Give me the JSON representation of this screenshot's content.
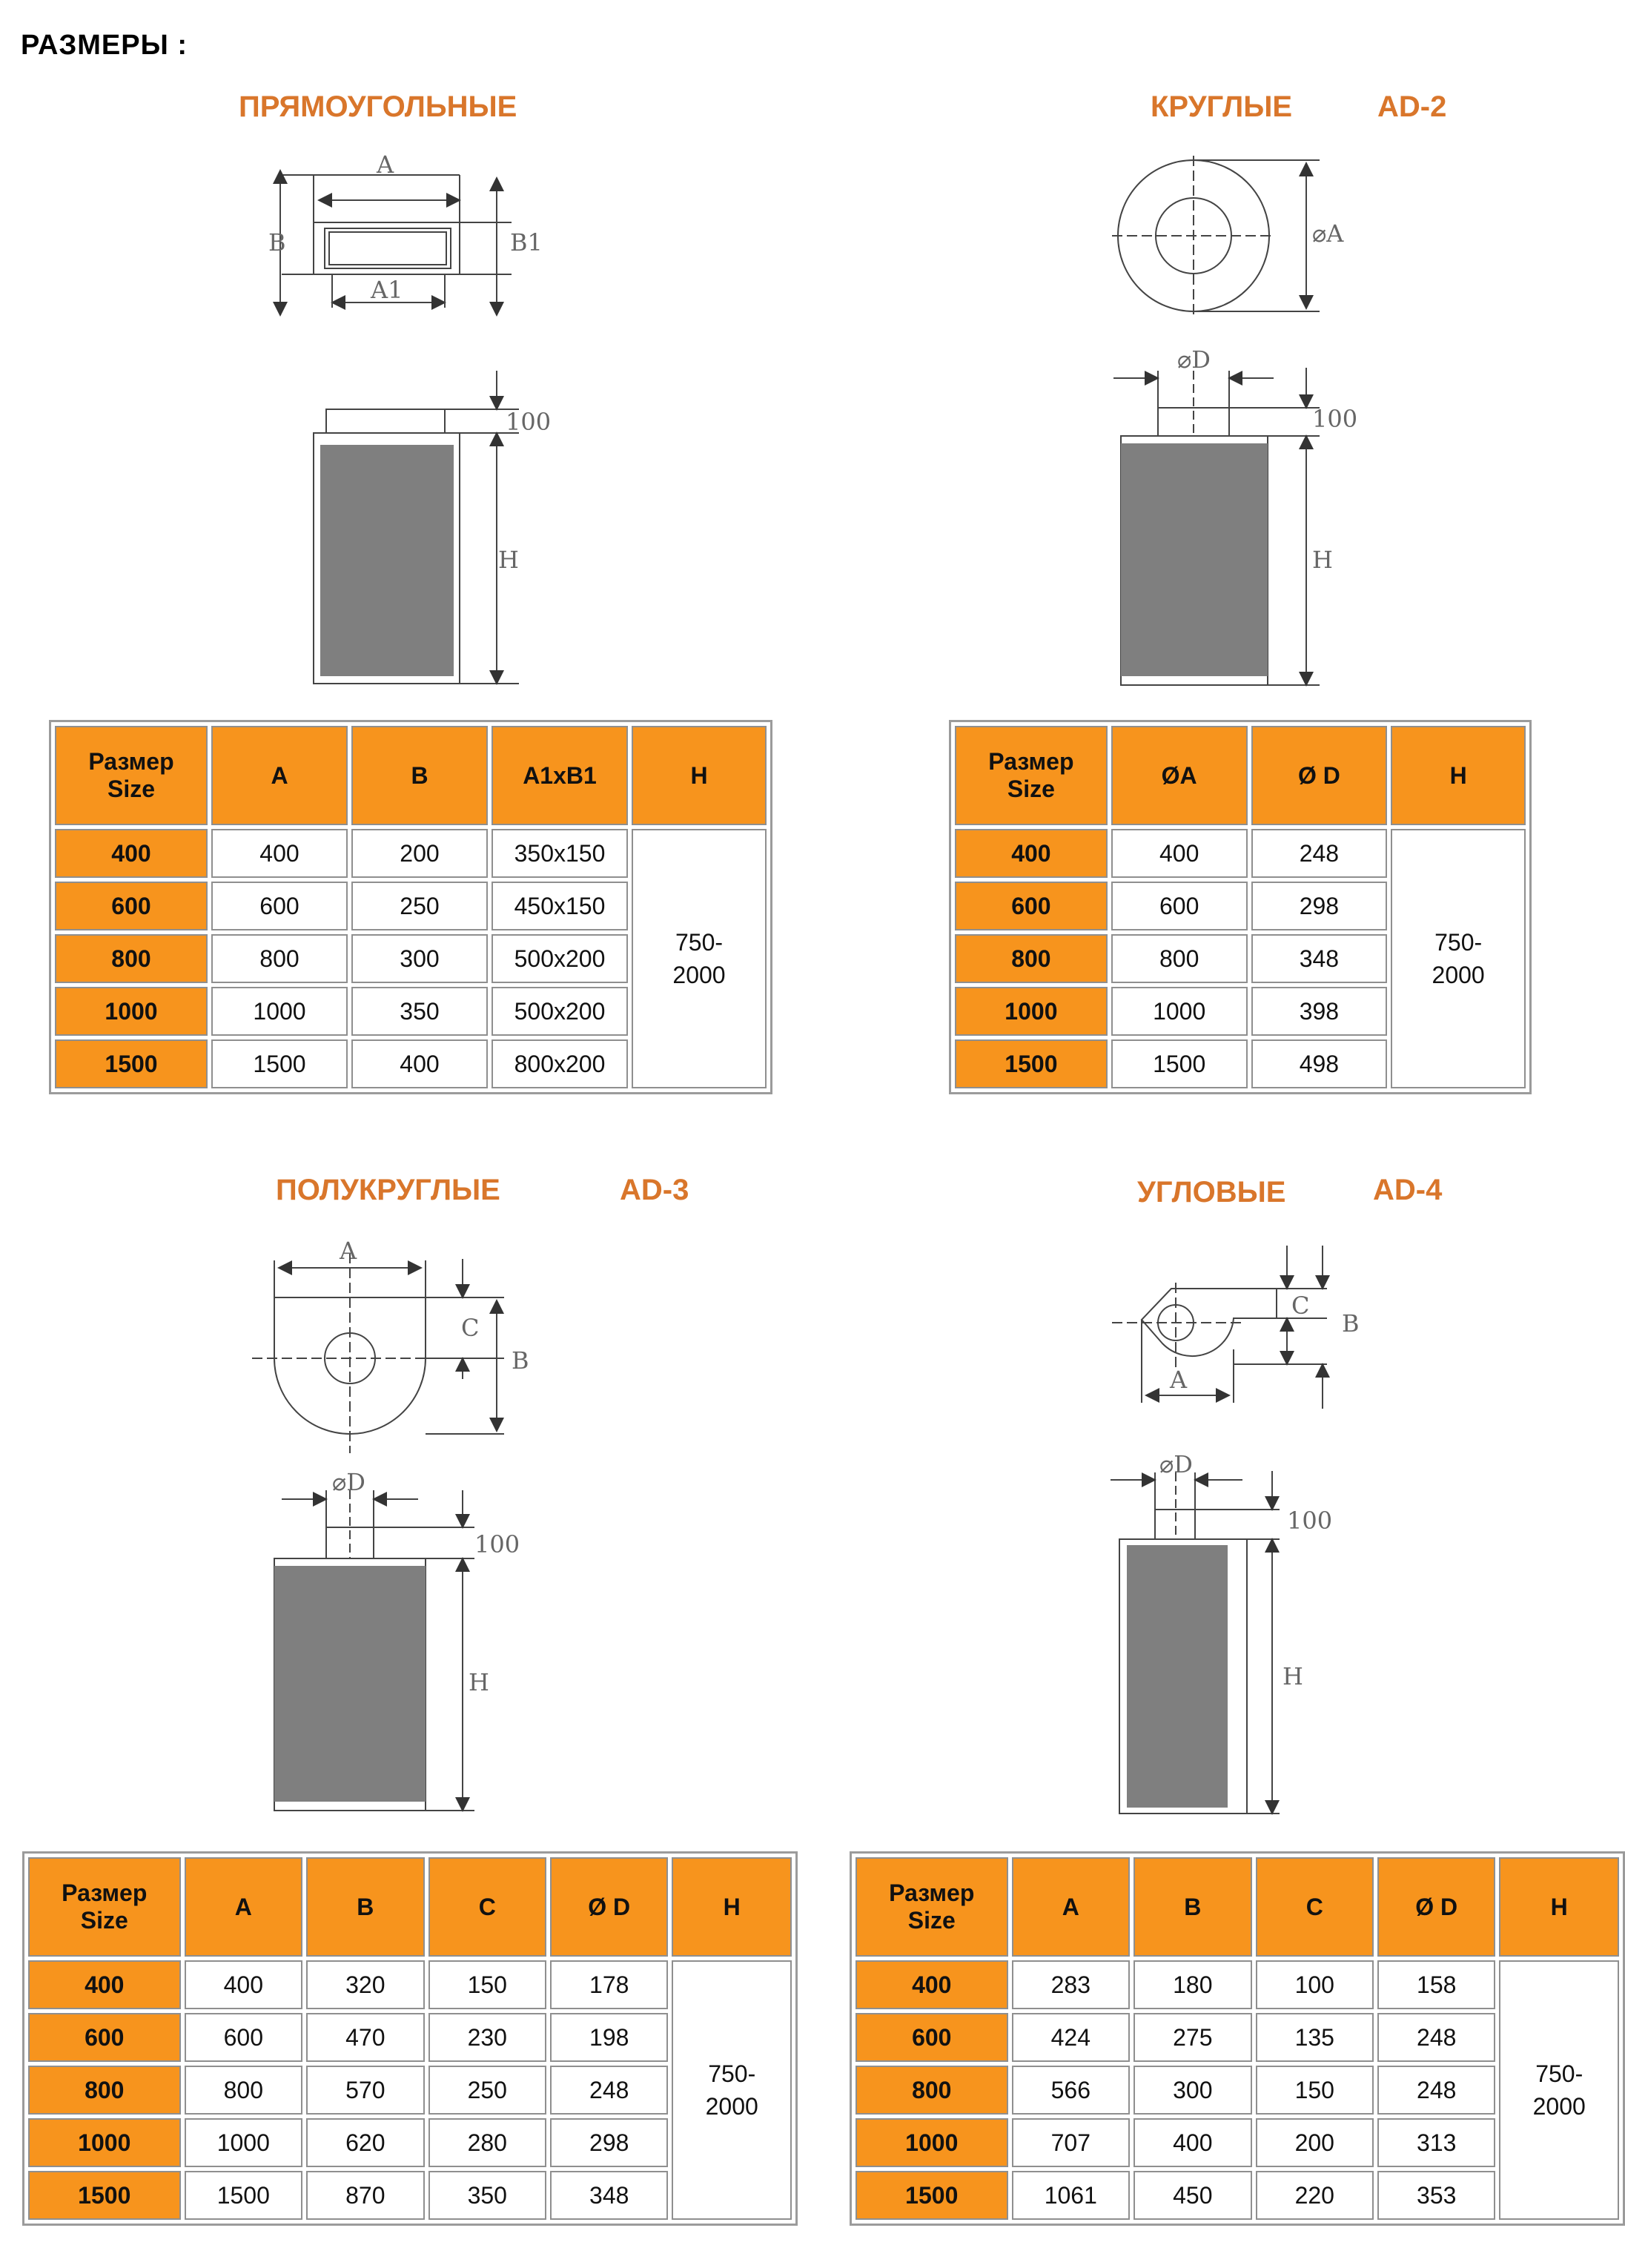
{
  "heading": "РАЗМЕРЫ :",
  "sections": {
    "rect": {
      "title": "ПРЯМОУГОЛЬНЫЕ",
      "code": "",
      "labels": {
        "a": "A",
        "b": "B",
        "a1": "A1",
        "b1": "B1",
        "h": "H",
        "top": "100"
      },
      "table": {
        "headers": [
          "Размер",
          "Size",
          "A",
          "B",
          "A1xB1",
          "H"
        ],
        "rows": [
          [
            "400",
            "400",
            "200",
            "350x150"
          ],
          [
            "600",
            "600",
            "250",
            "450x150"
          ],
          [
            "800",
            "800",
            "300",
            "500x200"
          ],
          [
            "1000",
            "1000",
            "350",
            "500x200"
          ],
          [
            "1500",
            "1500",
            "400",
            "800x200"
          ]
        ],
        "h_value": [
          "750-",
          "2000"
        ]
      }
    },
    "round": {
      "title": "КРУГЛЫЕ",
      "code": "AD-2",
      "labels": {
        "a": "⌀A",
        "d": "⌀D",
        "h": "H",
        "top": "100"
      },
      "table": {
        "headers": [
          "Размер",
          "Size",
          "ØA",
          "Ø D",
          "H"
        ],
        "rows": [
          [
            "400",
            "400",
            "248"
          ],
          [
            "600",
            "600",
            "298"
          ],
          [
            "800",
            "800",
            "348"
          ],
          [
            "1000",
            "1000",
            "398"
          ],
          [
            "1500",
            "1500",
            "498"
          ]
        ],
        "h_value": [
          "750-",
          "2000"
        ]
      }
    },
    "semi": {
      "title": "ПОЛУКРУГЛЫЕ",
      "code": "AD-3",
      "labels": {
        "a": "A",
        "b": "B",
        "c": "C",
        "d": "⌀D",
        "h": "H",
        "top": "100"
      },
      "table": {
        "headers": [
          "Размер",
          "Size",
          "A",
          "B",
          "C",
          "Ø D",
          "H"
        ],
        "rows": [
          [
            "400",
            "400",
            "320",
            "150",
            "178"
          ],
          [
            "600",
            "600",
            "470",
            "230",
            "198"
          ],
          [
            "800",
            "800",
            "570",
            "250",
            "248"
          ],
          [
            "1000",
            "1000",
            "620",
            "280",
            "298"
          ],
          [
            "1500",
            "1500",
            "870",
            "350",
            "348"
          ]
        ],
        "h_value": [
          "750-",
          "2000"
        ]
      }
    },
    "corner": {
      "title": "УГЛОВЫЕ",
      "code": "AD-4",
      "labels": {
        "a": "A",
        "b": "B",
        "c": "C",
        "d": "⌀D",
        "h": "H",
        "top": "100"
      },
      "table": {
        "headers": [
          "Размер",
          "Size",
          "A",
          "B",
          "C",
          "Ø D",
          "H"
        ],
        "rows": [
          [
            "400",
            "283",
            "180",
            "100",
            "158"
          ],
          [
            "600",
            "424",
            "275",
            "135",
            "248"
          ],
          [
            "800",
            "566",
            "300",
            "150",
            "248"
          ],
          [
            "1000",
            "707",
            "400",
            "200",
            "313"
          ],
          [
            "1500",
            "1061",
            "450",
            "220",
            "353"
          ]
        ],
        "h_value": [
          "750-",
          "2000"
        ]
      }
    }
  },
  "colors": {
    "title_orange": "#d9762b",
    "header_orange": "#f7941d",
    "filter_gray": "#7f7f7f"
  }
}
